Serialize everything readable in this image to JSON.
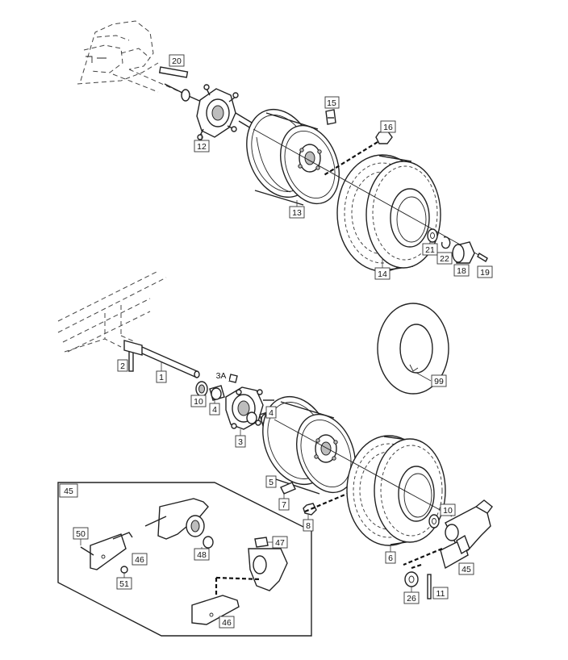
{
  "callouts": {
    "c20": "20",
    "c15": "15",
    "c16": "16",
    "c12": "12",
    "c13": "13",
    "c14": "14",
    "c21": "21",
    "c22": "22",
    "c18": "18",
    "c19": "19",
    "c2": "2",
    "c1": "1",
    "c3A": "3A",
    "c10a": "10",
    "c4a": "4",
    "c4b": "4",
    "c3": "3",
    "c99": "99",
    "c5": "5",
    "c7": "7",
    "c8": "8",
    "c10b": "10",
    "c6": "6",
    "c45a": "45",
    "c26": "26",
    "c11": "11",
    "c45b": "45",
    "c50": "50",
    "c46a": "46",
    "c51": "51",
    "c48": "48",
    "c47": "47",
    "c46b": "46"
  }
}
